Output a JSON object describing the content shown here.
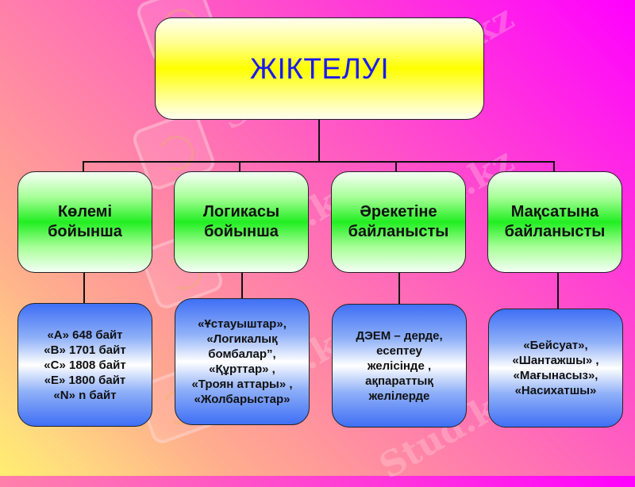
{
  "diagram": {
    "root": {
      "title": "ЖІКТЕЛУІ",
      "color": "#1a1aee",
      "fill": "#ffff00"
    },
    "categories": [
      {
        "label": "Көлемі\nбойынша",
        "details": "«A» 648 байт\n«B» 1701 байт\n«C» 1808  байт\n«E» 1800 байт\n«N»   n байт"
      },
      {
        "label": "Логикасы\nбойынша",
        "details": "«Ұстауыштар»,\n«Логикалық\nбомбалар”,\n«Құрттар» ,\n«Троян аттары» ,\n«Жолбарыстар»"
      },
      {
        "label": "Әрекетіне\nбайланысты",
        "details": "ДЭЕМ – дерде,\nесептеу\nжелісінде ,\nақпараттық\nжелілерде"
      },
      {
        "label": "Мақсатына\nбайланысты",
        "details": "«Бейсуат»,\n«Шантажшы» ,\n«Мағынасыз»,\n«Насихатшы»"
      }
    ],
    "colors": {
      "category_fill": "#22ee22",
      "detail_fill": "#3f6ff5",
      "connector": "#111111"
    }
  },
  "watermark": {
    "text": "Stud.kz"
  }
}
